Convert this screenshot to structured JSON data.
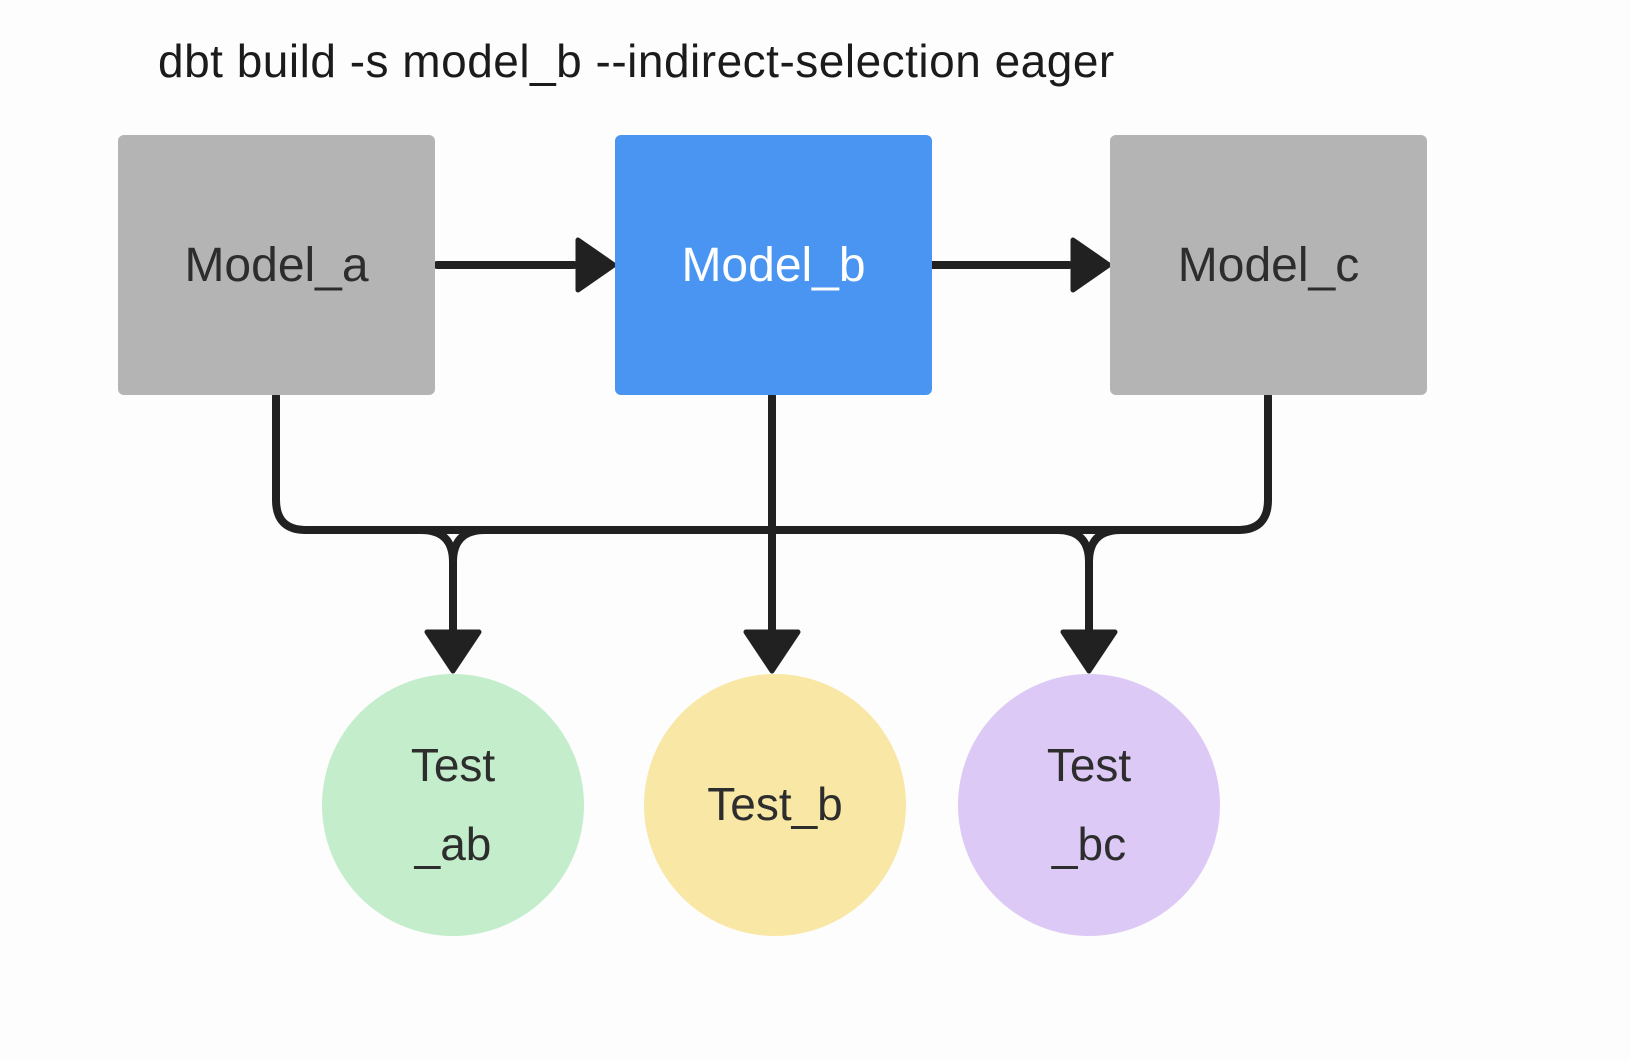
{
  "title": "dbt build -s model_b --indirect-selection eager",
  "colors": {
    "node_gray": "#b4b4b4",
    "node_blue": "#4a95f2",
    "test_green": "#c4edcb",
    "test_yellow": "#f9e7a6",
    "test_purple": "#ddc9f6",
    "line": "#212121"
  },
  "nodes": {
    "model_a": {
      "label": "Model_a",
      "type": "model",
      "state": "upstream"
    },
    "model_b": {
      "label": "Model_b",
      "type": "model",
      "state": "selected"
    },
    "model_c": {
      "label": "Model_c",
      "type": "model",
      "state": "downstream"
    }
  },
  "tests": {
    "ab": {
      "line1": "Test",
      "line2": "_ab"
    },
    "b": {
      "label": "Test_b"
    },
    "bc": {
      "line1": "Test",
      "line2": "_bc"
    }
  },
  "edges": [
    {
      "from": "model_a",
      "to": "model_b"
    },
    {
      "from": "model_b",
      "to": "model_c"
    },
    {
      "from": "model_a",
      "to": "test_ab"
    },
    {
      "from": "model_b",
      "to": "test_ab"
    },
    {
      "from": "model_b",
      "to": "test_b"
    },
    {
      "from": "model_b",
      "to": "test_bc"
    },
    {
      "from": "model_c",
      "to": "test_bc"
    }
  ]
}
